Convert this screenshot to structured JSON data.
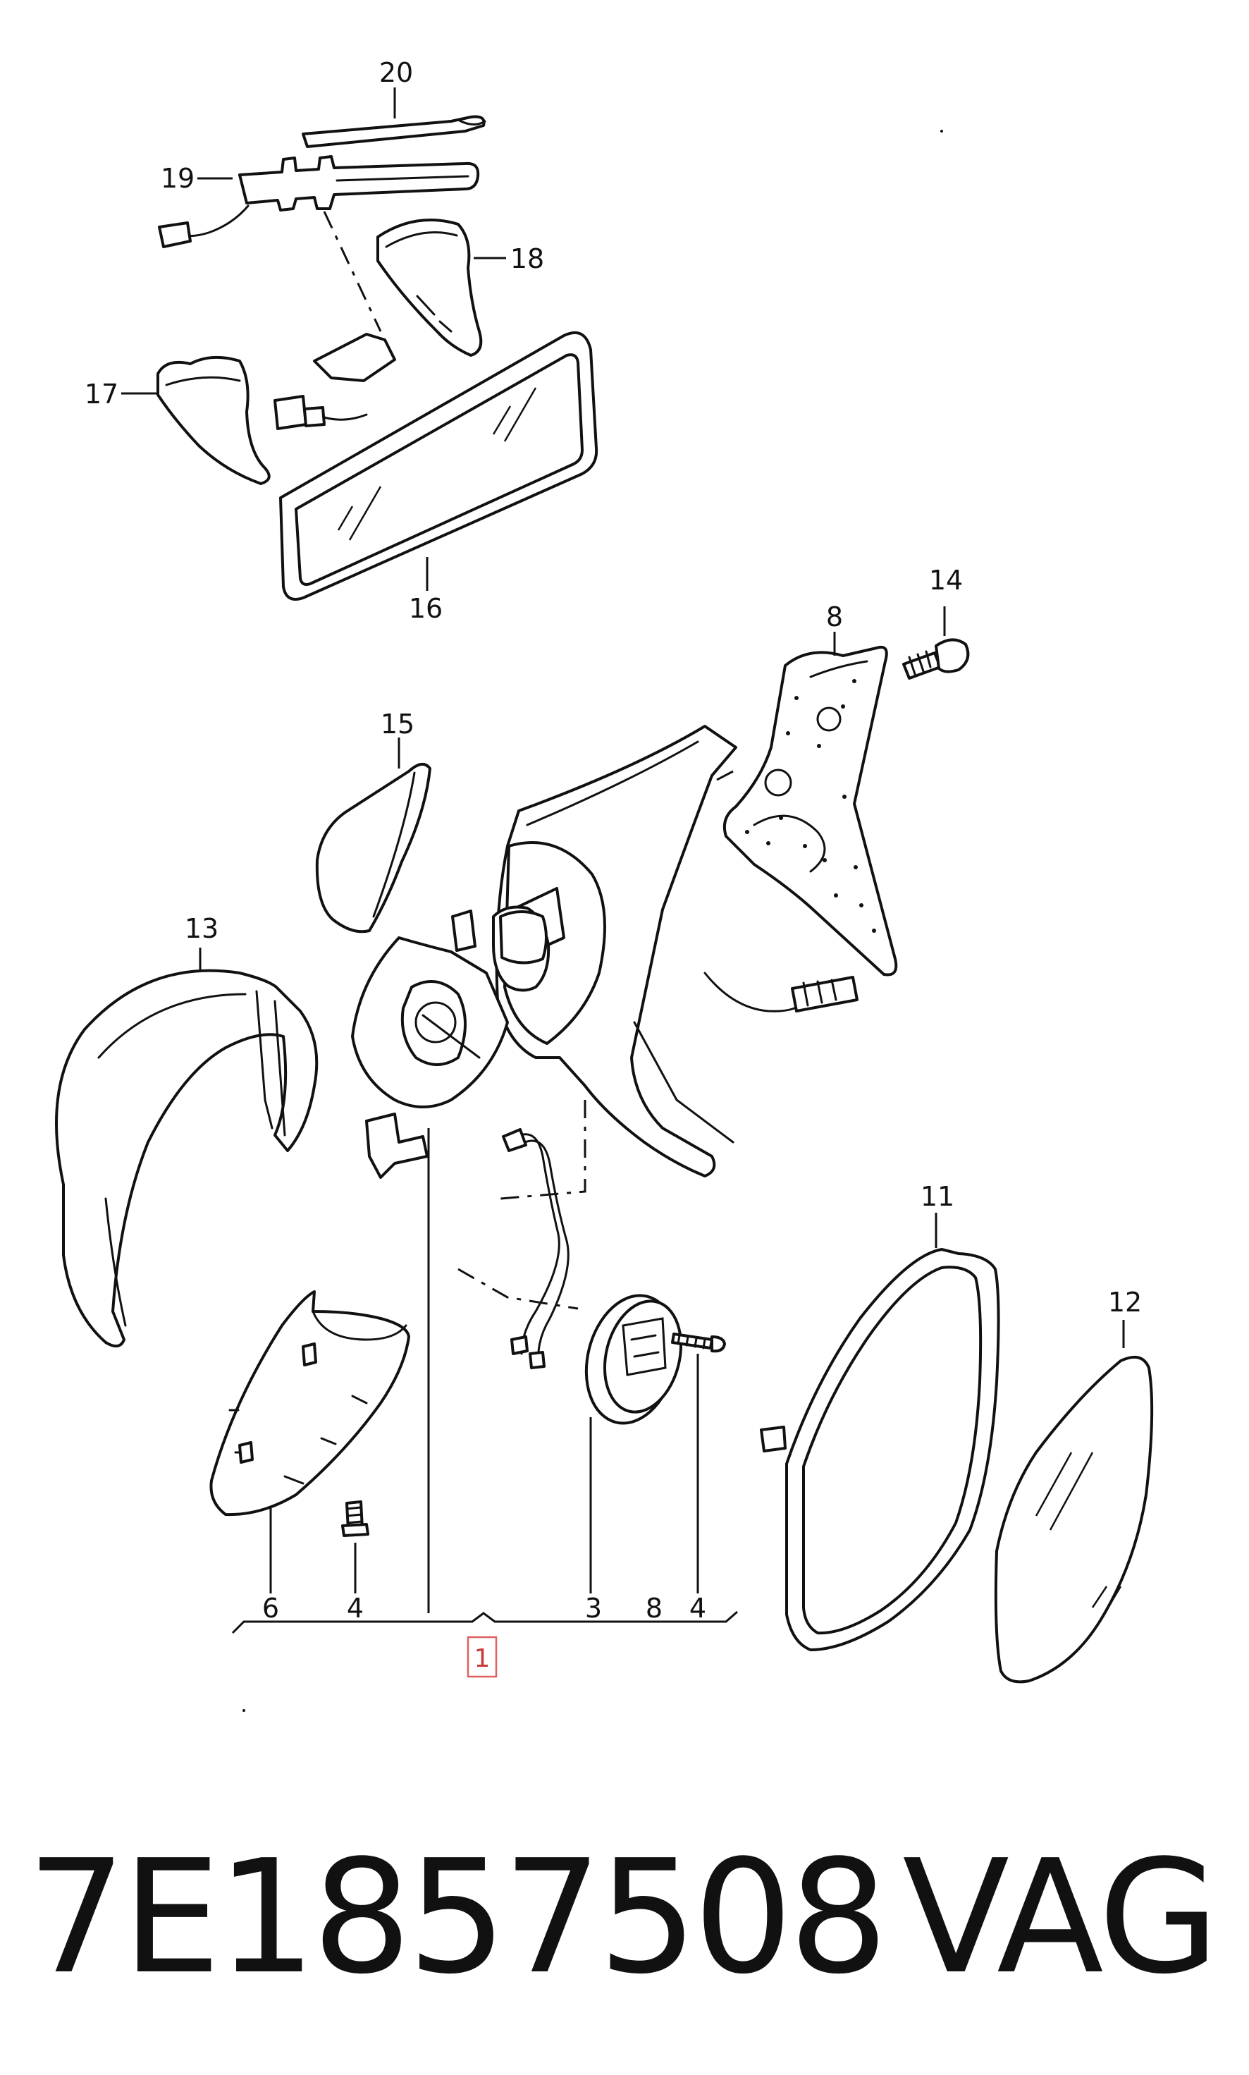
{
  "callouts": {
    "c20": "20",
    "c19": "19",
    "c18": "18",
    "c17": "17",
    "c16": "16",
    "c14": "14",
    "c8_top": "8",
    "c15": "15",
    "c13": "13",
    "c11": "11",
    "c12": "12",
    "c6": "6",
    "c4_left": "4",
    "c3": "3",
    "c8_bottom": "8",
    "c4_right": "4",
    "c1": "1"
  },
  "footer": {
    "part_number": "7E1857508",
    "brand": "VAG"
  }
}
